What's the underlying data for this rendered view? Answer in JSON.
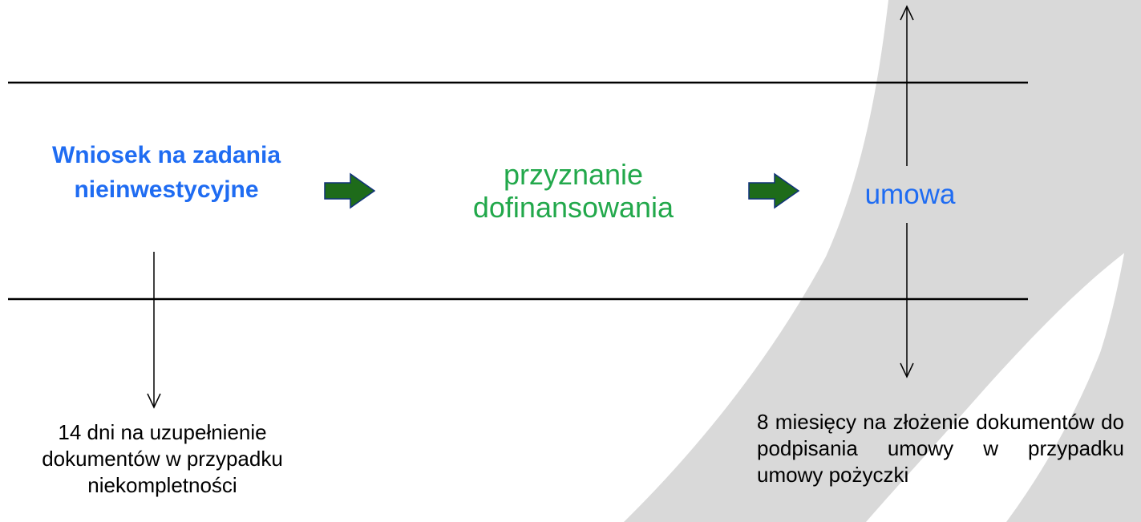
{
  "colors": {
    "background": "#ffffff",
    "leaf_shape": "#d9d9d9",
    "line": "#000000",
    "step_1_text": "#1f6cf2",
    "step_2_text": "#22a84b",
    "step_3_text": "#1f6cf2",
    "note_text": "#000000",
    "arrow_fill": "#1e6b1a",
    "arrow_stroke": "#10327a"
  },
  "steps": [
    {
      "label": "Wniosek na zadania nieinwestycyjne"
    },
    {
      "label": "przyznanie dofinansowania"
    },
    {
      "label": "umowa"
    }
  ],
  "notes": [
    {
      "text": "14 dni na uzupełnienie dokumentów w przypadku niekompletności"
    },
    {
      "text": "8 miesięcy na złożenie dokumentów do podpisania umowy w przypadku umowy pożyczki"
    }
  ],
  "icons": {
    "flow_arrow": "block-arrow-right-icon",
    "down_arrow": "arrow-down-icon",
    "up_arrow": "arrow-up-icon",
    "background_shape": "leaf-shape"
  }
}
